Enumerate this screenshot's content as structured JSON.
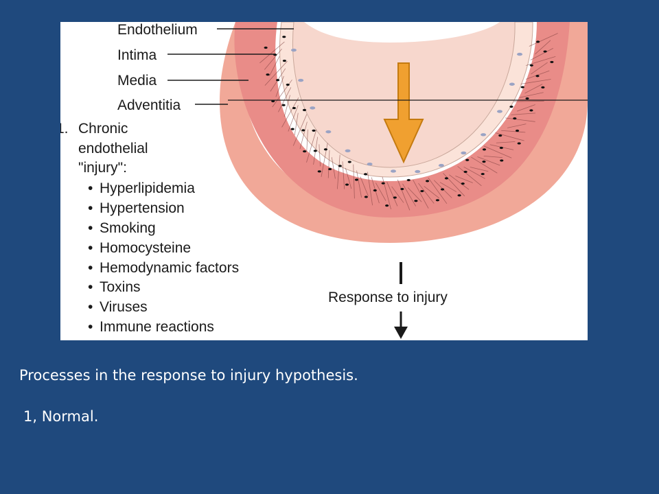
{
  "diagram": {
    "layer_labels": [
      "Endothelium",
      "Intima",
      "Media",
      "Adventitia"
    ],
    "list_number": "1.",
    "heading_lines": [
      "Chronic",
      "endothelial",
      "\"injury\":"
    ],
    "causes": [
      "Hyperlipidemia",
      "Hypertension",
      "Smoking",
      "Homocysteine",
      "Hemodynamic factors",
      "Toxins",
      "Viruses",
      "Immune reactions"
    ],
    "bullet": "•",
    "response_label": "Response to injury",
    "colors": {
      "adventitia": "#f1a898",
      "media": "#e98c88",
      "lumen": "#f7d7cd",
      "endothelial_cell": "#fbe3d9",
      "nucleus": "#111111",
      "endo_nucleus": "#9aa3c4",
      "arrow": "#f0a030",
      "arrow_stroke": "#c47a10"
    }
  },
  "captions": {
    "main": "Processes in the response to  injury hypothesis.",
    "sub": "1, Normal."
  }
}
